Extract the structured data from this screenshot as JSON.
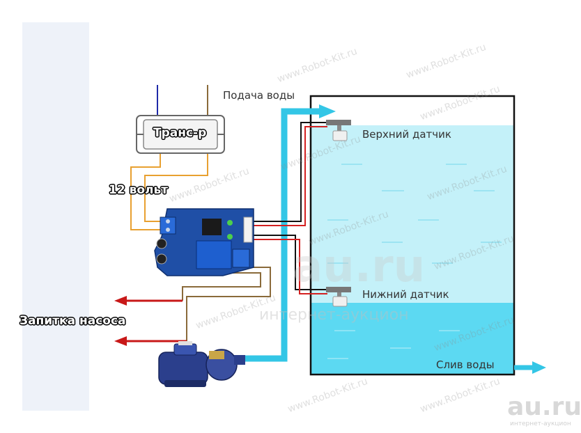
{
  "labels": {
    "water_supply": "Подача воды",
    "transformer": "Транс-р",
    "voltage": "12 вольт",
    "upper_sensor": "Верхний датчик",
    "lower_sensor": "Нижний датчик",
    "pump_power": "Запитка насоса",
    "water_drain": "Слив воды"
  },
  "watermarks": {
    "site": "www.Robot-Kit.ru",
    "auction_big": "au.ru",
    "auction_sub": "интернет-аукцион",
    "logo": "au.ru",
    "logo_sub": "интернет-аукцион"
  },
  "colors": {
    "water_light": "#bdeff8",
    "water_dark": "#5ad8f0",
    "pipe": "#33c6e6",
    "board": "#1f4fa6",
    "relay": "#1e5fcf",
    "wire_orange": "#e8a030",
    "wire_brown": "#8a6a3a",
    "wire_red": "#d42020",
    "wire_black": "#111111",
    "wire_blue": "#1e2aa8",
    "arrow_red": "#c81818",
    "pump_blue": "#2b3f8c"
  }
}
